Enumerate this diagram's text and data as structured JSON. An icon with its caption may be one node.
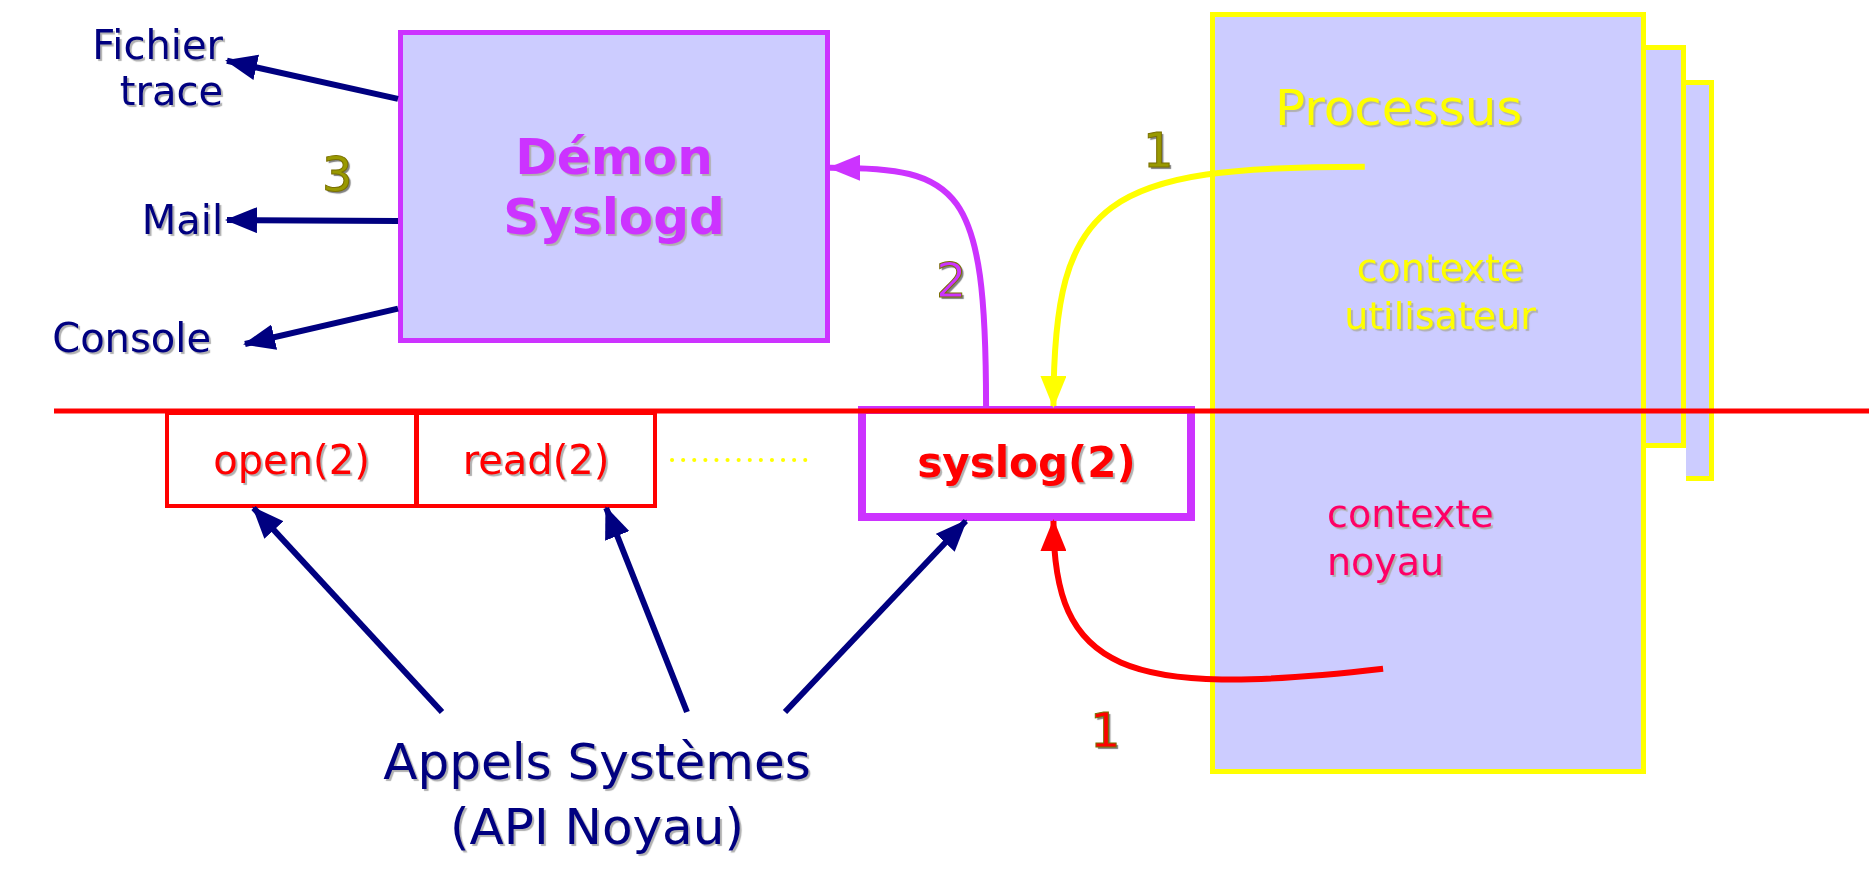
{
  "diagram": {
    "nodes": [
      {
        "text": [
          "Fichier trace"
        ]
      },
      {
        "text": [
          "Mail"
        ]
      },
      {
        "text": [
          "Console"
        ]
      },
      {
        "text": [
          "Démon Syslogd"
        ]
      },
      {
        "text": [
          "open(2)"
        ]
      },
      {
        "text": [
          "read(2)"
        ]
      },
      {
        "text": [
          "syslog(2)"
        ]
      },
      {
        "text": [
          "Processus",
          "contexte utilisateur",
          "contexte noyau"
        ]
      },
      {
        "text": [],
        "shape": "box"
      },
      {
        "text": [],
        "shape": "box"
      },
      {
        "text": [
          "Appels Systèmes (API Noyau)"
        ]
      }
    ],
    "edges": [
      {
        "from": 3,
        "to": 0,
        "arrow": "to"
      },
      {
        "from": 3,
        "to": 1,
        "arrow": "to"
      },
      {
        "from": 3,
        "to": 2,
        "arrow": "to"
      },
      {
        "from": 6,
        "to": 3,
        "arrow": "to",
        "label": "2",
        "color": "#cc33ff"
      },
      {
        "from": 7,
        "to": 6,
        "arrow": "to",
        "label": "1",
        "color": "#ffff00"
      },
      {
        "from": 7,
        "to": 6,
        "arrow": "to",
        "label": "1",
        "color": "#ff0000"
      },
      {
        "from": 10,
        "to": 4,
        "arrow": "to"
      },
      {
        "from": 10,
        "to": 5,
        "arrow": "to"
      },
      {
        "from": 10,
        "to": 6,
        "arrow": "to"
      }
    ],
    "labels": [
      "3"
    ]
  }
}
